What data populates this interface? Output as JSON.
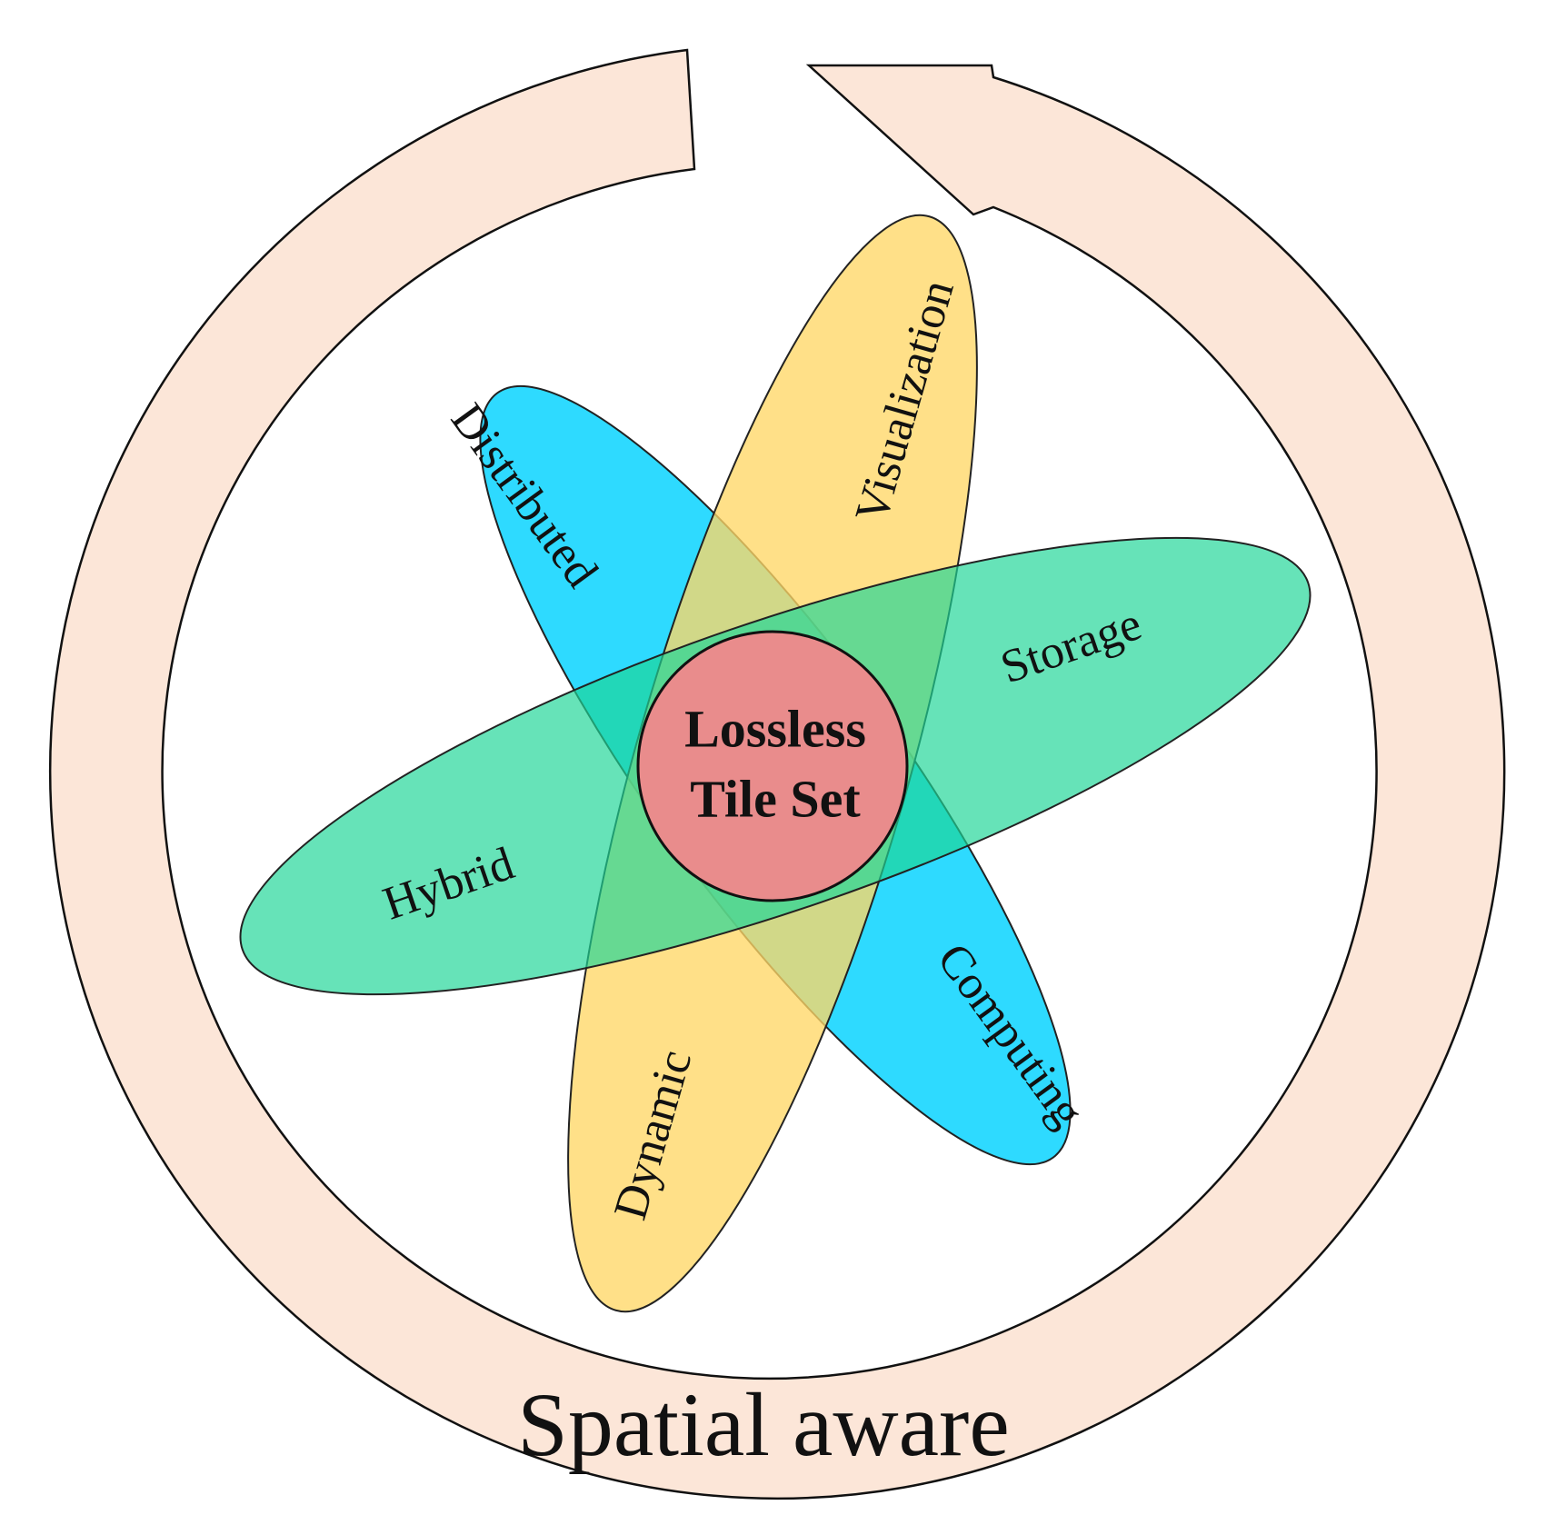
{
  "diagram": {
    "core": {
      "line1": "Lossless",
      "line2": "Tile Set",
      "color": "#E98C8C"
    },
    "cycle": {
      "label": "Spatial aware",
      "color": "#FCE6D8"
    },
    "petals": {
      "distributed": {
        "label": "Distributed",
        "color": "#00D2FF"
      },
      "computing": {
        "label": "Computing",
        "color": "#00D2FF"
      },
      "visualization": {
        "label": "Visualization",
        "color": "#FFD766"
      },
      "dynamic": {
        "label": "Dynamic",
        "color": "#FFD766"
      },
      "storage": {
        "label": "Storage",
        "color": "#1ED596"
      },
      "hybrid": {
        "label": "Hybrid",
        "color": "#1ED596"
      }
    }
  }
}
